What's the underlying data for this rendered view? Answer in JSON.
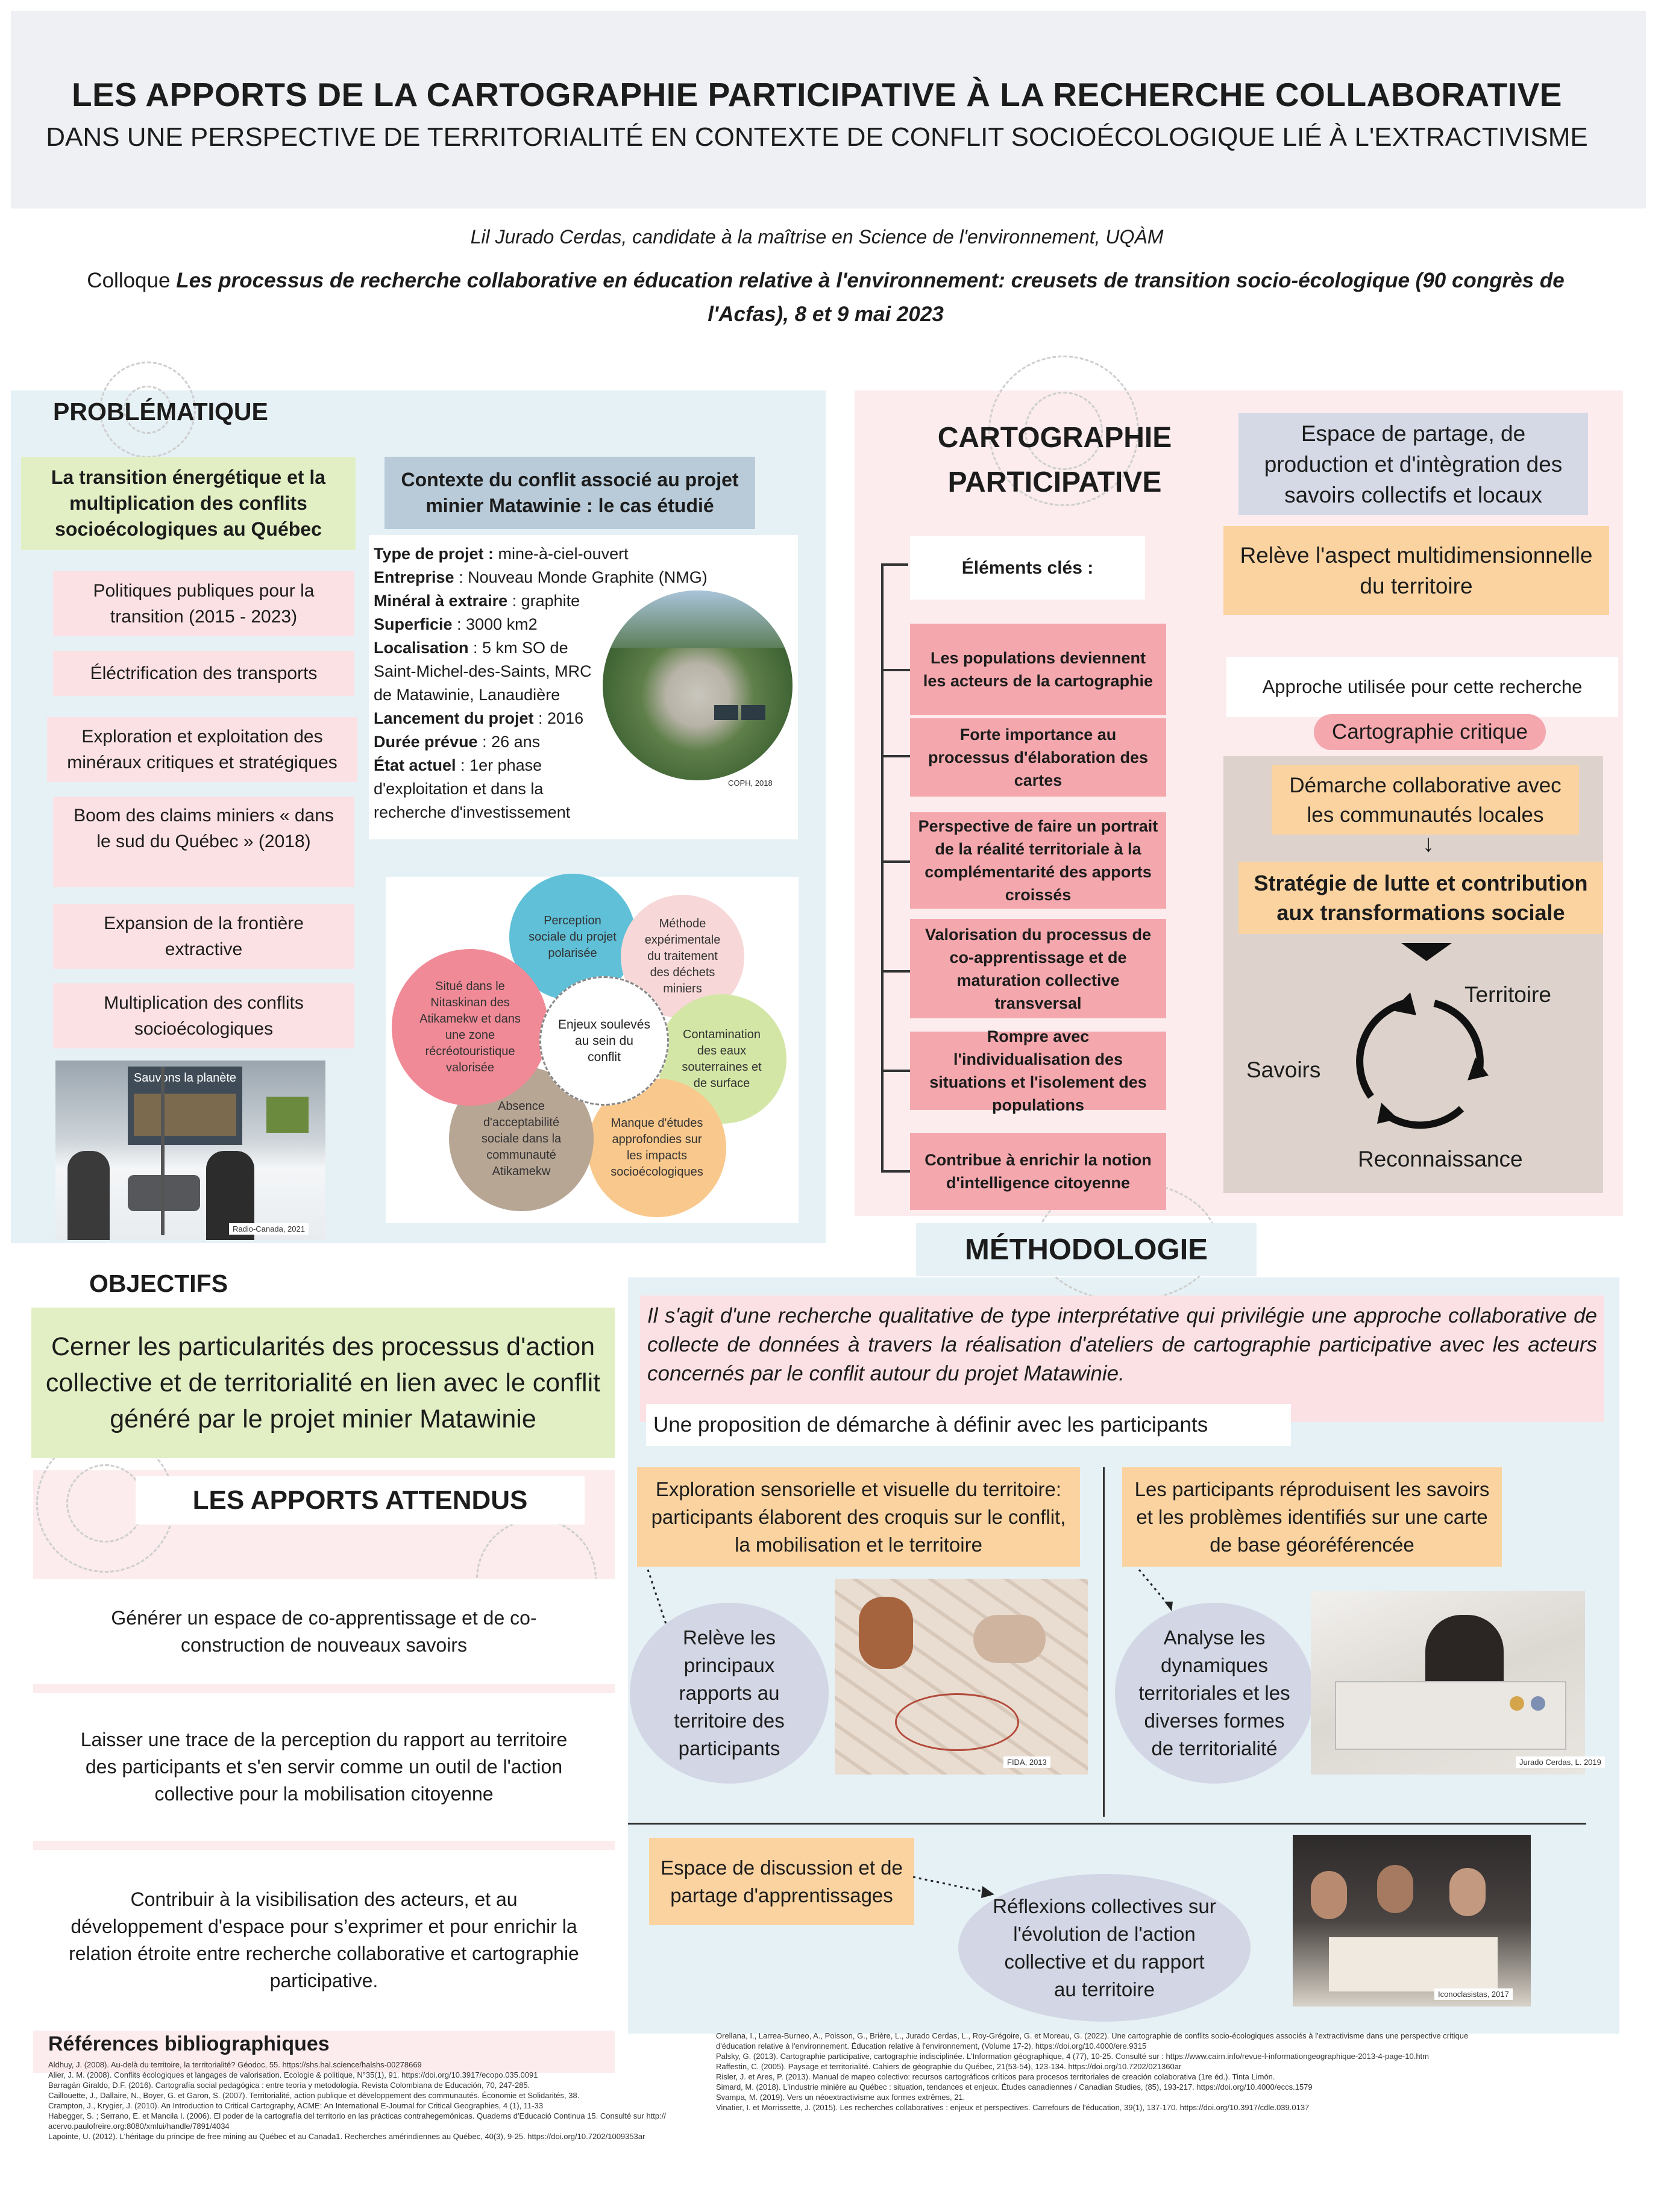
{
  "header": {
    "title": "LES APPORTS DE LA CARTOGRAPHIE PARTICIPATIVE À LA RECHERCHE COLLABORATIVE",
    "subtitle": "DANS UNE PERSPECTIVE DE TERRITORIALITÉ EN CONTEXTE DE CONFLIT SOCIOÉCOLOGIQUE LIÉ À L'EXTRACTIVISME",
    "author": "Lil Jurado Cerdas, candidate à la maîtrise en Science de l'environnement, UQÀM",
    "colloque_prefix": "Colloque ",
    "colloque_title": "Les processus de recherche collaborative en éducation relative à l'environnement: creusets de transition socio-écologique (90 congrès de l'Acfas), 8 et 9 mai 2023"
  },
  "problematique": {
    "title": "PROBLÉMATIQUE",
    "main_box": "La transition énergétique et la multiplication des conflits socioécologiques au Québec",
    "items": [
      "Politiques publiques pour la transition  (2015 - 2023)",
      "Éléctrification des transports",
      "Exploration et exploitation des minéraux critiques et stratégiques",
      "Boom des claims miniers « dans le sud du Québec » (2018)",
      "Expansion de la frontière extractive",
      "Multiplication des conflits socioécologiques"
    ],
    "photo_caption": "Radio-Canada, 2021",
    "sign_text": "Sauvons la planète"
  },
  "contexte": {
    "title": "Contexte du conflit associé au projet minier Matawinie : le cas étudié",
    "facts": [
      {
        "label": "Type de projet :",
        "value": " mine-à-ciel-ouvert"
      },
      {
        "label": "Entreprise",
        "value": " : Nouveau Monde Graphite (NMG)"
      },
      {
        "label": "Minéral à extraire",
        "value": " : graphite"
      },
      {
        "label": "Superficie",
        "value": " : 3000 km2"
      },
      {
        "label": "Localisation",
        "value": " : 5 km SO de Saint-Michel-des-Saints, MRC de Matawinie, Lanaudière"
      },
      {
        "label": "Lancement du projet",
        "value": " : 2016"
      },
      {
        "label": "Durée prévue",
        "value": " : 26 ans"
      },
      {
        "label": "État actuel",
        "value": " : 1er phase d'exploitation et dans la recherche d'investissement"
      }
    ],
    "photo_caption": "COPH, 2018"
  },
  "enjeux": {
    "center": "Enjeux soulevés au sein du conflit",
    "circles": [
      {
        "label": "Perception sociale du projet polarisée",
        "color": "#5fc0d8"
      },
      {
        "label": "Méthode expérimentale du traitement des déchets miniers",
        "color": "#f7d7d7"
      },
      {
        "label": "Contamination des eaux souterraines et de surface",
        "color": "#d4e6a6"
      },
      {
        "label": "Manque d'études approfondies sur les impacts socioécologiques",
        "color": "#f9c88c"
      },
      {
        "label": "Absence d'acceptabilité sociale dans la communauté Atikamekw",
        "color": "#b8a695"
      },
      {
        "label": "Situé dans le Nitaskinan des Atikamekw et dans une zone récréotouristique valorisée",
        "color": "#f08a97"
      }
    ]
  },
  "cartographie": {
    "title": "CARTOGRAPHIE PARTICIPATIVE",
    "elements_label": "Éléments clés :",
    "elements": [
      "Les populations deviennent les acteurs de la cartographie",
      "Forte importance au processus d'élaboration des cartes",
      "Perspective de faire un portrait de la réalité territoriale à la complémentarité des apports croissés",
      "Valorisation du processus de co-apprentissage et de maturation collective transversal",
      "Rompre avec l'individualisation des situations et l'isolement des populations",
      "Contribue à enrichir la notion d'intelligence citoyenne"
    ],
    "espace": "Espace de partage, de production et d'intègration des savoirs collectifs et locaux",
    "multi": "Relève l'aspect multidimensionnelle du territoire",
    "approche": "Approche utilisée pour cette recherche",
    "critique": "Cartographie critique",
    "demarche": "Démarche collaborative avec les communautés locales",
    "arrow": "↓",
    "strategie": "Stratégie de lutte et contribution aux transformations sociale",
    "cycle": {
      "territoire": "Territoire",
      "savoirs": "Savoirs",
      "reconnaissance": "Reconnaissance"
    }
  },
  "objectifs": {
    "title": "OBJECTIFS",
    "text": "Cerner les particularités des processus d'action collective et de territorialité en lien avec le conflit généré par le projet minier Matawinie"
  },
  "apports": {
    "title": "LES APPORTS ATTENDUS",
    "items": [
      "Générer un espace de co-apprentissage et de co-construction de nouveaux savoirs",
      "Laisser une trace de la perception du rapport au territoire des participants et s'en servir comme un outil de l'action collective pour la mobilisation citoyenne",
      "Contribuir à la visibilisation des acteurs, et au développement  d'espace pour s’exprimer et pour enrichir la relation étroite entre recherche collaborative et cartographie participative."
    ]
  },
  "methodologie": {
    "title": "MÉTHODOLOGIE",
    "intro": "Il s'agit d'une recherche qualitative de type interprétative qui privilégie une approche collaborative de collecte de données à travers la réalisation d'ateliers de cartographie participative avec les acteurs concernés par le conflit autour du projet Matawinie.",
    "proposition": "Une proposition de démarche à définir avec les participants",
    "step1": "Exploration sensorielle et visuelle du territoire: participants élaborent des croquis sur le conflit, la mobilisation et le territoire",
    "step2": "Les participants réproduisent les savoirs et les problèmes  identifiés sur une carte de base géoréférencée",
    "oval1": "Relève les principaux rapports au territoire des participants",
    "oval2": "Analyse les dynamiques territoriales et les diverses formes de territorialité",
    "step3": "Espace de discussion et de partage d'apprentissages",
    "oval3": "Réflexions collectives sur l'évolution de l'action collective et du rapport au territoire",
    "credit1": "FIDA, 2013",
    "credit2": "Jurado Cerdas, L. 2019",
    "credit3": "Iconoclasistas, 2017"
  },
  "references": {
    "title": "Références bibliographiques",
    "left": [
      "Aldhuy, J. (2008). Au-delà du territoire, la territorialité? Géodoc, 55. https://shs.hal.science/halshs-00278669",
      "Alier, J. M. (2008). Conflits écologiques et langages de valorisation. Ecologie & politique, N°35(1), 91. https://doi.org/10.3917/ecopo.035.0091",
      "Barragán Giraldo, D.F. (2016). Cartografía social pedagógica : entre teoría y metodología. Revista Colombiana de Educación, 70, 247-285.",
      "Caillouette, J., Dallaire, N., Boyer, G. et Garon, S. (2007). Territorialité, action publique et développement des communautés. Économie et Solidarités, 38.",
      "Crampton, J., Krygier, J. (2010). An Introduction to Critical Cartography, ACME: An International E-Journal for Critical Geographies, 4 (1), 11-33",
      "Habegger, S. ; Serrano, E. et Mancila I. (2006). El poder de la cartografía del territorio en las prácticas contrahegemónicas. Quaderns d'Educació Continua 15. Consulté sur http:// acervo.paulofreire.org:8080/xmlui/handle/7891/4034",
      "Lapointe, U. (2012). L'héritage du principe de free mining au Québec et au Canada1. Recherches amérindiennes au Québec, 40(3), 9-25. https://doi.org/10.7202/1009353ar"
    ],
    "right": [
      "Orellana, I., Larrea-Burneo, A., Poisson, G., Brière, L., Jurado Cerdas, L., Roy-Grégoire, G. et Moreau, G. (2022). Une cartographie de conflits socio-écologiques associés à l'extractivisme dans une perspective critique d'éducation relative à l'environnement. Éducation relative à l'environnement, (Volume 17-2). https://doi.org/10.4000/ere.9315",
      "Palsky, G. (2013). Cartographie participative, cartographie indisciplinée. L'Information géographique, 4 (77), 10-25. Consulté sur : https://www.cairn.info/revue-l-informationgeographique-2013-4-page-10.htm",
      "Raffestin, C. (2005). Paysage et territorialité. Cahiers de géographie du Québec, 21(53-54), 123-134. https://doi.org/10.7202/021360ar",
      "Risler, J. et Ares, P. (2013). Manual de mapeo colectivo: recursos cartográficos críticos para procesos territoriales de creación colaborativa (1re éd.). Tinta Limón.",
      "Simard, M. (2018). L'industrie minière au Québec : situation, tendances et enjeux. Études canadiennes / Canadian Studies, (85), 193-217. https://doi.org/10.4000/eccs.1579",
      "Svampa, M. (2019). Vers un néoextractivisme aux formes extrêmes, 21.",
      "Vinatier, I. et Morrissette, J. (2015). Les recherches collaboratives : enjeux et perspectives. Carrefours de l'éducation, 39(1), 137-170. https://doi.org/10.3917/cdle.039.0137"
    ]
  },
  "colors": {
    "header_bg": "#eef0f4",
    "light_blue": "#e6f1f6",
    "light_pink": "#fcecee",
    "green": "#e2efc4",
    "red": "#f4a8ad",
    "orange": "#fbd3a0",
    "lavender": "#d5d9e6"
  }
}
